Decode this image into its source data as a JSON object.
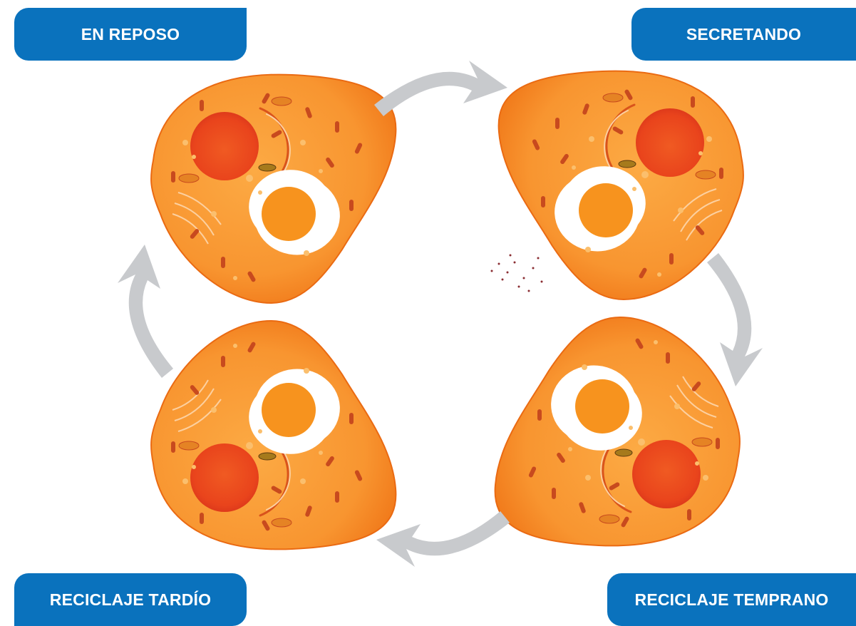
{
  "colors": {
    "label_bg": "#0a72bd",
    "label_text": "#ffffff",
    "arrow": "#c8cacd",
    "cell_light": "#fcaa44",
    "cell_dark": "#f0700f",
    "nucleus": "#ee4a1f",
    "organelle": "#c84a1e",
    "vesicle": "#fde2c1",
    "granules": "#8a2d32"
  },
  "stages": {
    "resting": {
      "label": "EN REPOSO"
    },
    "secreting": {
      "label": "SECRETANDO"
    },
    "early_recycling": {
      "label": "RECICLAJE TEMPRANO"
    },
    "late_recycling": {
      "label": "RECICLAJE TARDÍO"
    }
  },
  "arrows": [
    {
      "from": "resting",
      "to": "secreting",
      "icon": "cycle-arrow-icon"
    },
    {
      "from": "secreting",
      "to": "early_recycling",
      "icon": "cycle-arrow-icon"
    },
    {
      "from": "early_recycling",
      "to": "late_recycling",
      "icon": "cycle-arrow-icon"
    },
    {
      "from": "late_recycling",
      "to": "resting",
      "icon": "cycle-arrow-icon"
    }
  ]
}
